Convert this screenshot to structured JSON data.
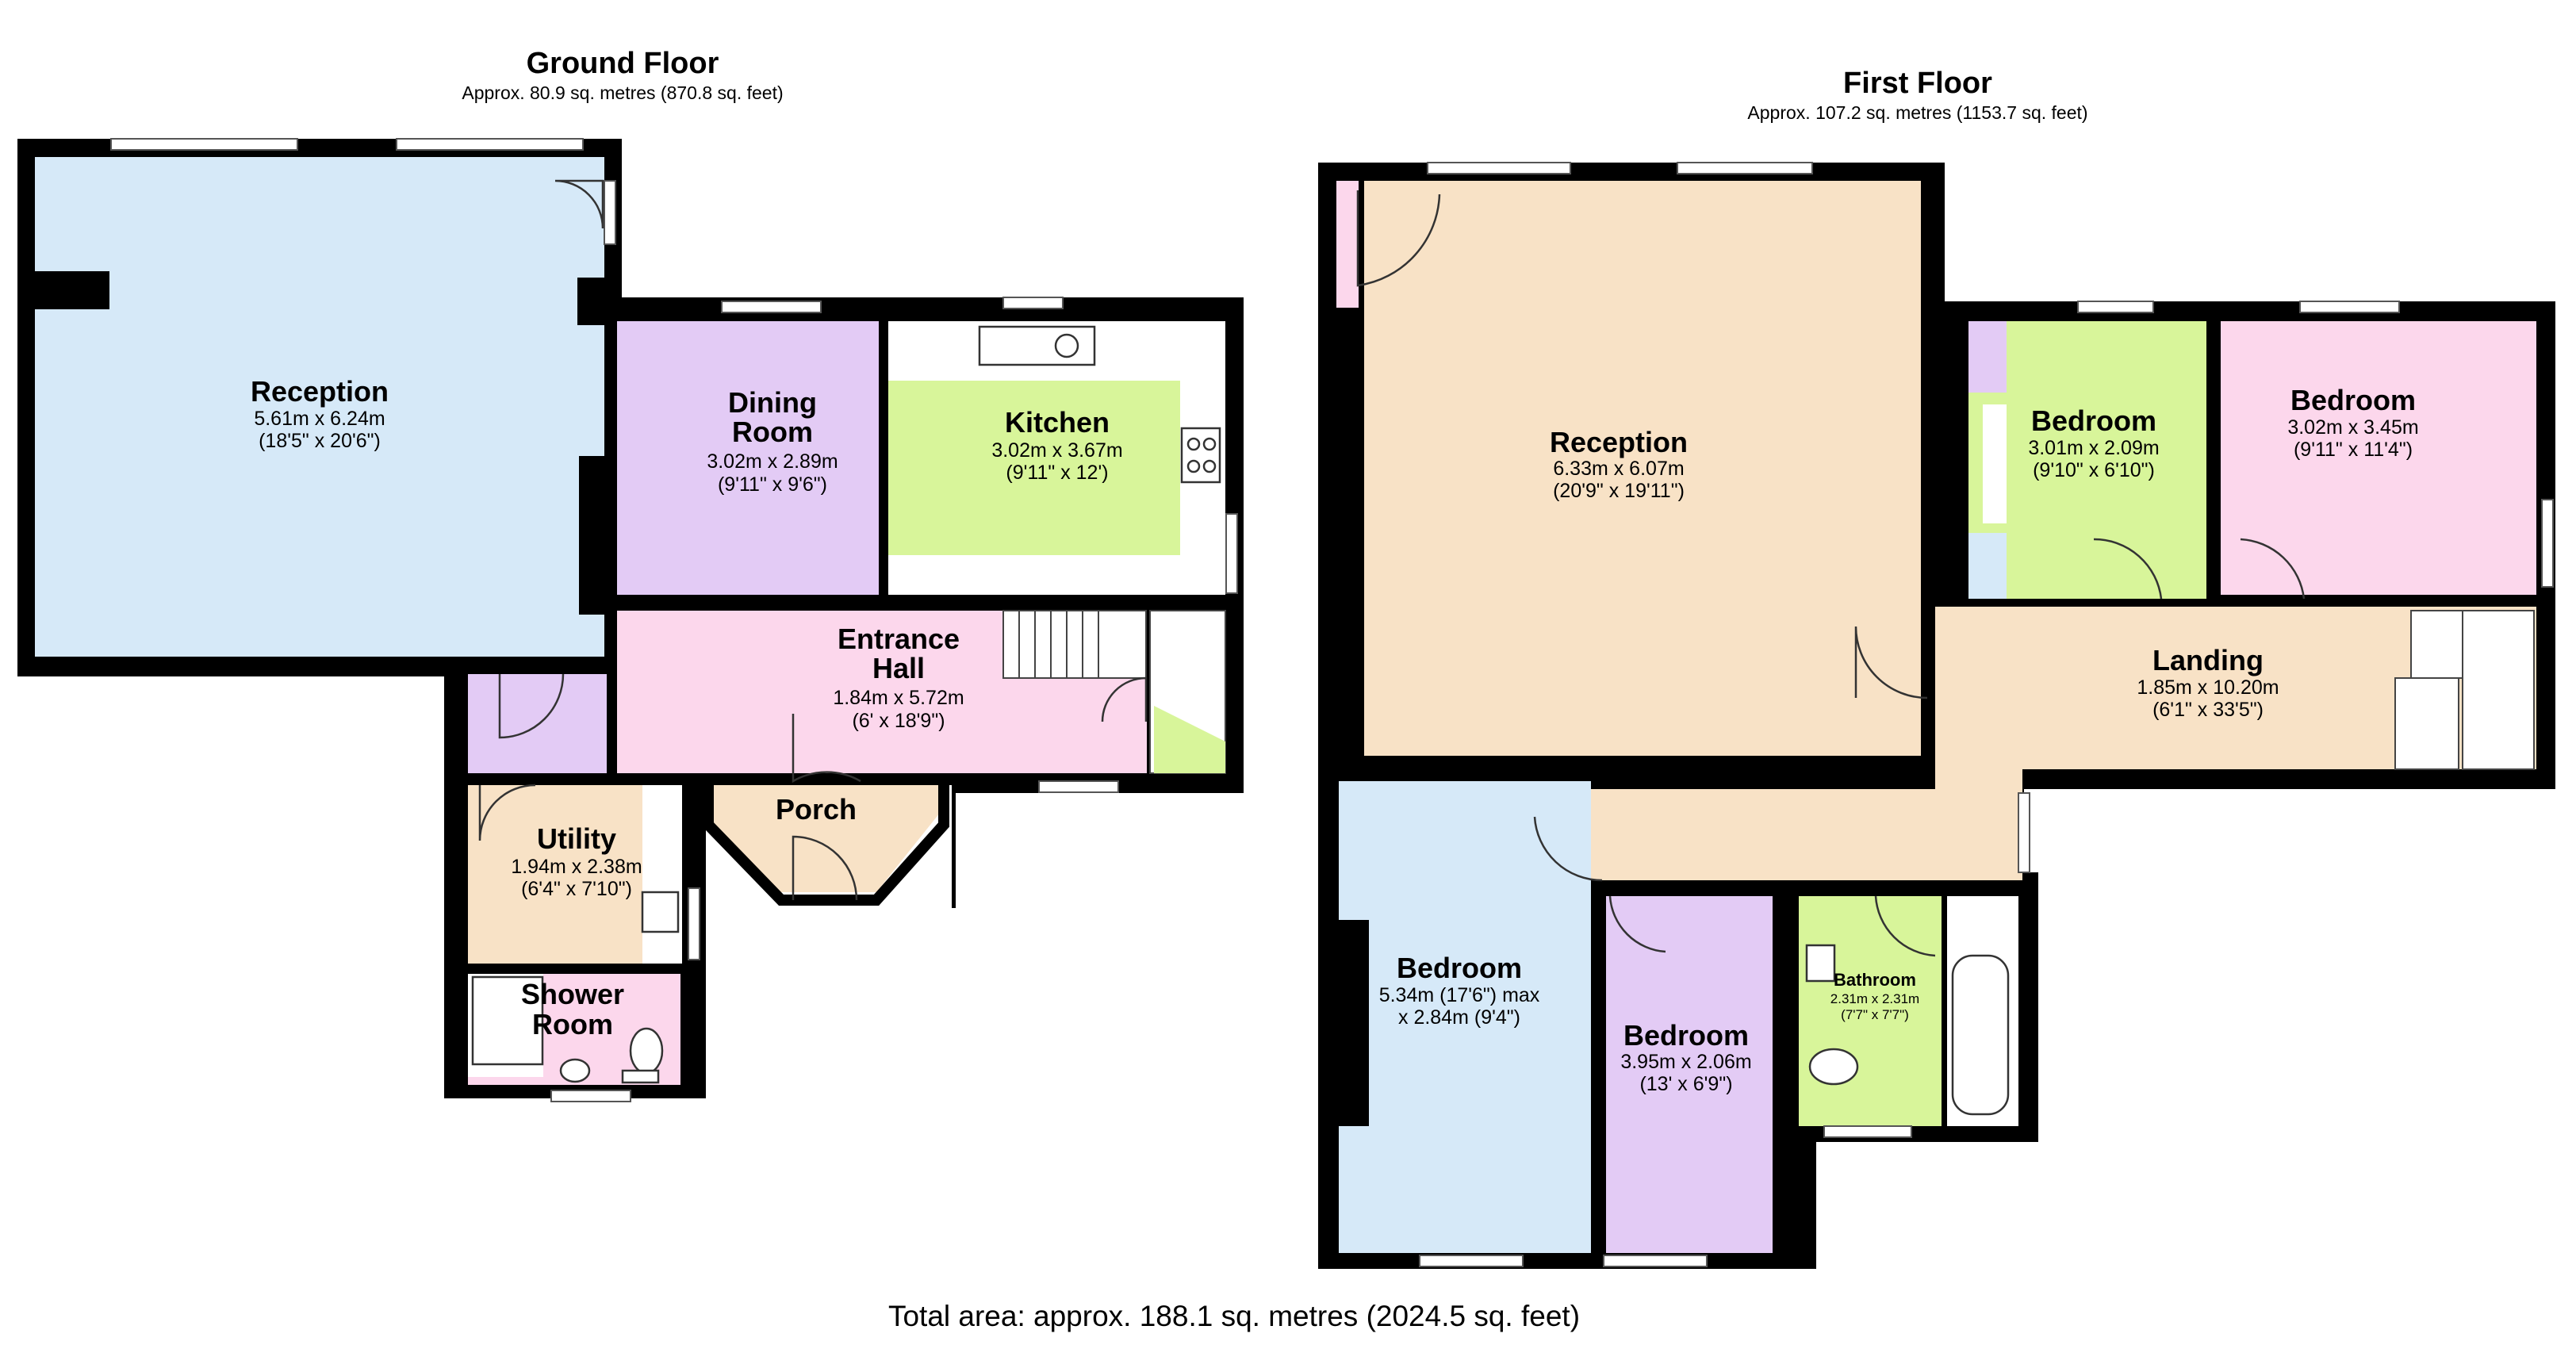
{
  "colors": {
    "reception_blue": "#d6e9f8",
    "dining_purple": "#e3cbf5",
    "kitchen_green": "#d8f59a",
    "hall_pink": "#fcd7ec",
    "utility_beige": "#f8e2c6",
    "shower_pink": "#fcd7ec",
    "reception_beige": "#f8e2c6",
    "bedroom_green": "#d8f59a",
    "bedroom_pink": "#fcd7ec",
    "landing_beige": "#f8e2c6",
    "bedroom_blue": "#d6e9f8",
    "bedroom_purple": "#e3cbf5",
    "bathroom_green": "#d8f59a",
    "wall": "#000000"
  },
  "ground_floor": {
    "title": "Ground Floor",
    "area": "Approx. 80.9 sq. metres (870.8 sq. feet)",
    "rooms": {
      "reception": {
        "name": "Reception",
        "dims_m": "5.61m x 6.24m",
        "dims_ft": "(18'5\" x 20'6\")"
      },
      "dining": {
        "name_1": "Dining",
        "name_2": "Room",
        "dims_m": "3.02m x 2.89m",
        "dims_ft": "(9'11\" x 9'6\")"
      },
      "kitchen": {
        "name": "Kitchen",
        "dims_m": "3.02m x 3.67m",
        "dims_ft": "(9'11\" x 12')"
      },
      "hall": {
        "name_1": "Entrance",
        "name_2": "Hall",
        "dims_m": "1.84m x 5.72m",
        "dims_ft": "(6' x 18'9\")"
      },
      "porch": {
        "name": "Porch"
      },
      "utility": {
        "name": "Utility",
        "dims_m": "1.94m x 2.38m",
        "dims_ft": "(6'4\" x 7'10\")"
      },
      "shower": {
        "name_1": "Shower",
        "name_2": "Room"
      }
    }
  },
  "first_floor": {
    "title": "First Floor",
    "area": "Approx. 107.2 sq. metres (1153.7 sq. feet)",
    "rooms": {
      "reception": {
        "name": "Reception",
        "dims_m": "6.33m x 6.07m",
        "dims_ft": "(20'9\" x 19'11\")"
      },
      "bedroom_green": {
        "name": "Bedroom",
        "dims_m": "3.01m x 2.09m",
        "dims_ft": "(9'10\" x 6'10\")"
      },
      "bedroom_pink": {
        "name": "Bedroom",
        "dims_m": "3.02m x 3.45m",
        "dims_ft": "(9'11\" x 11'4\")"
      },
      "landing": {
        "name": "Landing",
        "dims_m": "1.85m x 10.20m",
        "dims_ft": "(6'1\" x 33'5\")"
      },
      "bedroom_blue": {
        "name": "Bedroom",
        "dims_1": "5.34m (17'6\") max",
        "dims_2": "x 2.84m (9'4\")"
      },
      "bedroom_purple": {
        "name": "Bedroom",
        "dims_m": "3.95m x 2.06m",
        "dims_ft": "(13' x 6'9\")"
      },
      "bathroom": {
        "name": "Bathroom",
        "dims_m": "2.31m x 2.31m",
        "dims_ft": "(7'7\" x 7'7\")"
      }
    }
  },
  "total_area": "Total area: approx. 188.1 sq. metres (2024.5 sq. feet)"
}
